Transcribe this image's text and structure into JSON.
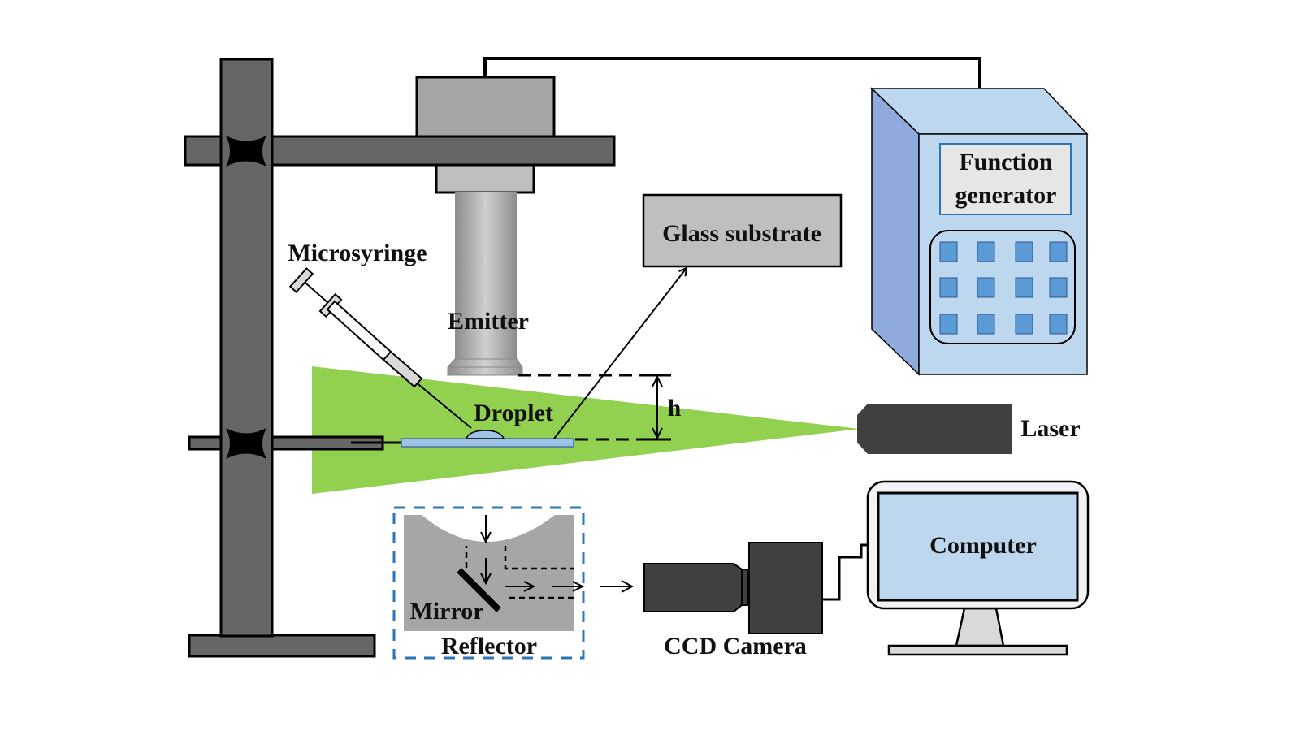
{
  "diagram": {
    "type": "experimental-setup-schematic",
    "labels": {
      "microsyringe": "Microsyringe",
      "emitter": "Emitter",
      "glass_substrate": "Glass substrate",
      "droplet": "Droplet",
      "height": "h",
      "laser": "Laser",
      "function_generator_line1": "Function",
      "function_generator_line2": "generator",
      "mirror": "Mirror",
      "reflector": "Reflector",
      "ccd_camera": "CCD Camera",
      "computer": "Computer"
    },
    "colors": {
      "stand": "#666666",
      "clamp": "#000000",
      "emitter_block": "#a6a6a6",
      "emitter_collar": "#bfbfbf",
      "laser_sheet": "#92d050",
      "laser_body": "#404040",
      "substrate": "#9dc3e6",
      "droplet": "#9dc3e6",
      "generator_front": "#bdd7ee",
      "generator_side": "#8faadc",
      "generator_button": "#5b9bd5",
      "label_box": "#bfbfbf",
      "reflector_body": "#a6a6a6",
      "reflector_frame": "#2e75b6",
      "camera": "#404040",
      "screen": "#bdd7ee",
      "monitor_bezel": "#f2f2f2",
      "monitor_stand": "#d9d9d9"
    },
    "function_generator_buttons": {
      "rows": 3,
      "columns": 4
    }
  }
}
